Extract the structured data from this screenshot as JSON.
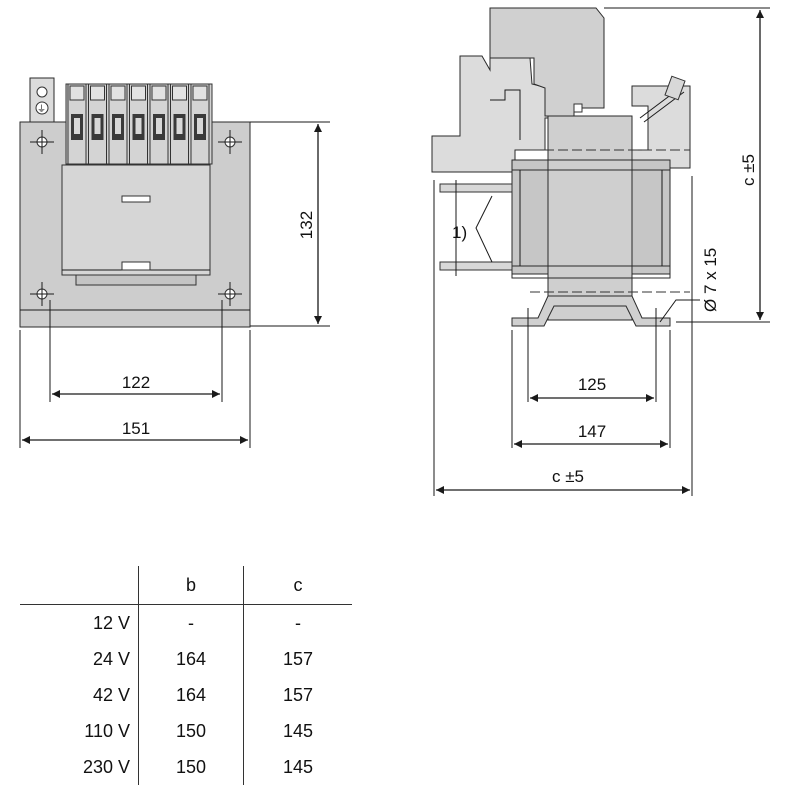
{
  "front_view": {
    "dim_height": "132",
    "dim_hole_spacing": "122",
    "dim_width": "151"
  },
  "side_view": {
    "dim_c_vertical": "c ±5",
    "dim_c_horizontal": "c ±5",
    "dim_hole": "Ø 7 x 15",
    "dim_125": "125",
    "dim_147": "147",
    "note": "1)"
  },
  "table": {
    "headers": [
      "",
      "b",
      "c"
    ],
    "rows": [
      [
        "12 V",
        "-",
        "-"
      ],
      [
        "24 V",
        "164",
        "157"
      ],
      [
        "42 V",
        "164",
        "157"
      ],
      [
        "110 V",
        "150",
        "145"
      ],
      [
        "230 V",
        "150",
        "145"
      ]
    ]
  }
}
